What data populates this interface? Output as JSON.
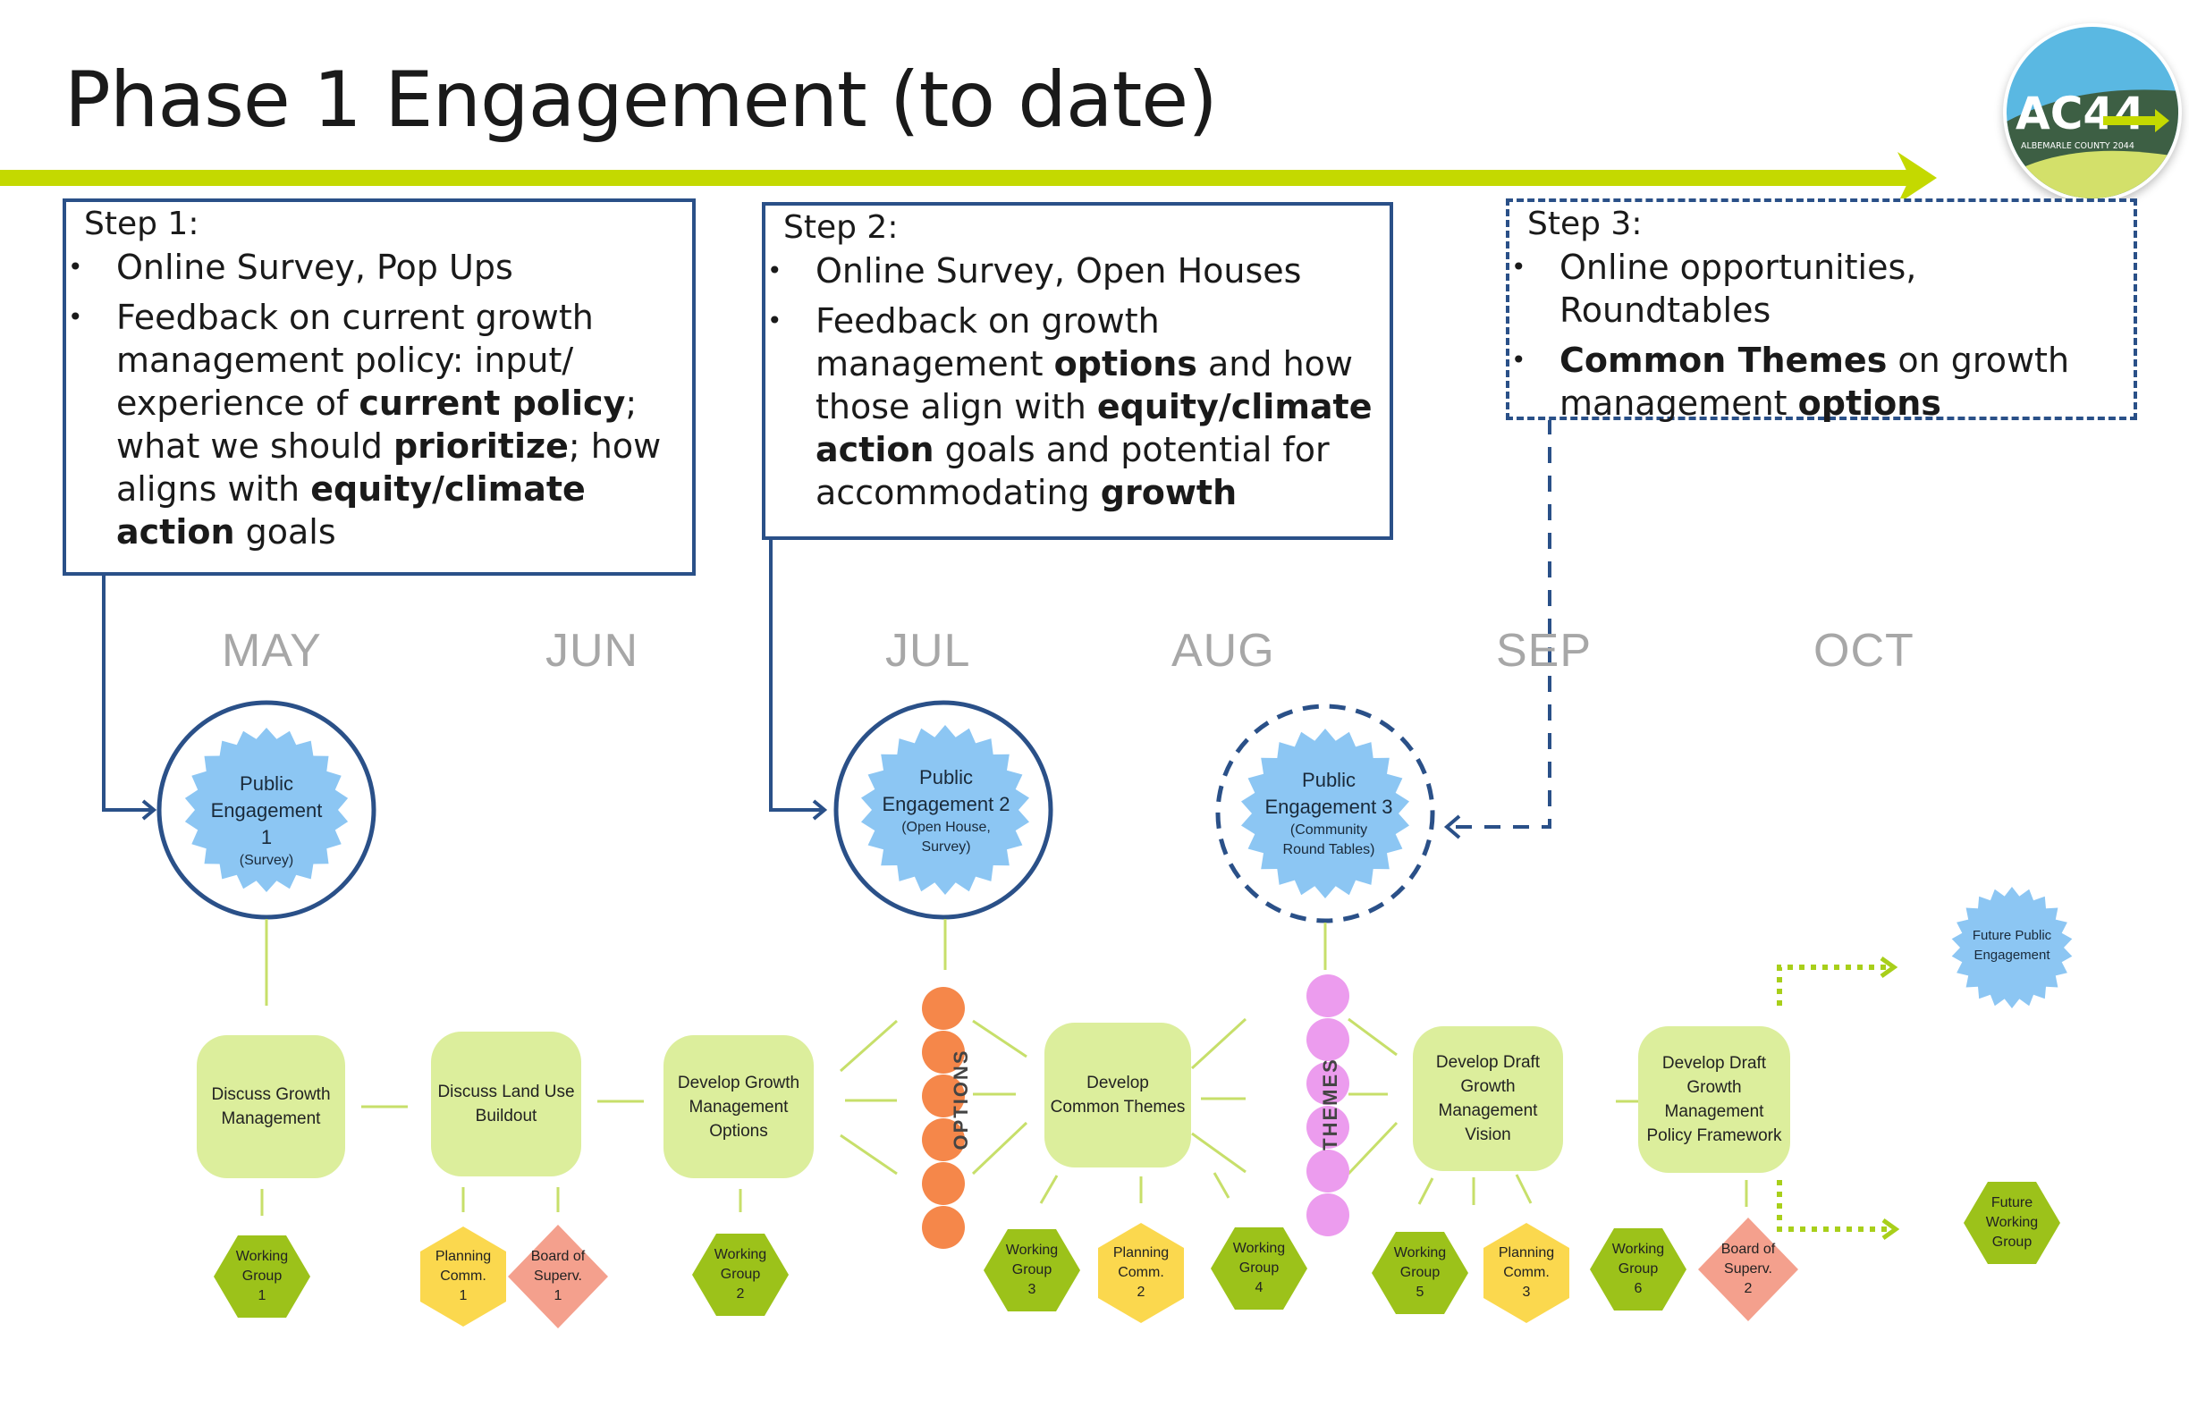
{
  "page": {
    "title": "Phase 1 Engagement (to date)"
  },
  "logo": {
    "text": "AC44",
    "subtext": "ALBEMARLE COUNTY 2044"
  },
  "colors": {
    "accent_green": "#c4d900",
    "navy": "#2a5088",
    "task_fill": "#dcee9c",
    "working_group": "#9cc21a",
    "planning_comm": "#fbd84e",
    "board_superv": "#f4a08d",
    "engagement_blue": "#8cc6f3",
    "options_orange": "#f5874a",
    "themes_pink": "#ec9cee",
    "month_gray": "#a7a7a7"
  },
  "steps": [
    {
      "title": "Step 1:",
      "style": "solid",
      "bullets": [
        [
          {
            "t": "Online Survey, Pop Ups",
            "b": false
          }
        ],
        [
          {
            "t": "Feedback on current growth management policy: input/ experience of ",
            "b": false
          },
          {
            "t": "current policy",
            "b": true
          },
          {
            "t": "; what we should ",
            "b": false
          },
          {
            "t": "prioritize",
            "b": true
          },
          {
            "t": "; how aligns with ",
            "b": false
          },
          {
            "t": "equity/climate action",
            "b": true
          },
          {
            "t": " goals",
            "b": false
          }
        ]
      ]
    },
    {
      "title": "Step 2:",
      "style": "solid",
      "bullets": [
        [
          {
            "t": "Online Survey, Open Houses",
            "b": false
          }
        ],
        [
          {
            "t": "Feedback on growth management ",
            "b": false
          },
          {
            "t": "options",
            "b": true
          },
          {
            "t": " and how those align with ",
            "b": false
          },
          {
            "t": "equity/climate action",
            "b": true
          },
          {
            "t": " goals and potential for accommodating ",
            "b": false
          },
          {
            "t": "growth",
            "b": true
          }
        ]
      ]
    },
    {
      "title": "Step 3:",
      "style": "dashed",
      "bullets": [
        [
          {
            "t": "Online opportunities, Roundtables",
            "b": false
          }
        ],
        [
          {
            "t": "Common Themes",
            "b": true
          },
          {
            "t": " on growth management ",
            "b": false
          },
          {
            "t": "options",
            "b": true
          }
        ]
      ]
    }
  ],
  "months": [
    "MAY",
    "JUN",
    "JUL",
    "AUG",
    "SEP",
    "OCT"
  ],
  "engagements": [
    {
      "title": "Public Engagement 1",
      "detail": "(Survey)",
      "ring": "solid"
    },
    {
      "title": "Public Engagement 2",
      "detail": "(Open House, Survey)",
      "ring": "solid"
    },
    {
      "title": "Public Engagement 3",
      "detail": "(Community Round Tables)",
      "ring": "dashed"
    },
    {
      "title": "Future Public Engagement",
      "detail": "",
      "ring": "none"
    }
  ],
  "tasks": [
    "Discuss Growth Management",
    "Discuss Land Use Buildout",
    "Develop Growth Management Options",
    "Develop Common Themes",
    "Develop Draft Growth Management Vision",
    "Develop Draft Growth Management Policy Framework"
  ],
  "clusters": [
    {
      "label": "OPTIONS",
      "count": 6
    },
    {
      "label": "THEMES",
      "count": 6
    }
  ],
  "meetings": [
    {
      "type": "working_group",
      "lines": [
        "Working",
        "Group",
        "1"
      ]
    },
    {
      "type": "planning_comm",
      "lines": [
        "Planning",
        "Comm.",
        "1"
      ]
    },
    {
      "type": "board_superv",
      "lines": [
        "Board of",
        "Superv.",
        "1"
      ]
    },
    {
      "type": "working_group",
      "lines": [
        "Working",
        "Group",
        "2"
      ]
    },
    {
      "type": "working_group",
      "lines": [
        "Working",
        "Group",
        "3"
      ]
    },
    {
      "type": "planning_comm",
      "lines": [
        "Planning",
        "Comm.",
        "2"
      ]
    },
    {
      "type": "working_group",
      "lines": [
        "Working",
        "Group",
        "4"
      ]
    },
    {
      "type": "working_group",
      "lines": [
        "Working",
        "Group",
        "5"
      ]
    },
    {
      "type": "planning_comm",
      "lines": [
        "Planning",
        "Comm.",
        "3"
      ]
    },
    {
      "type": "working_group",
      "lines": [
        "Working",
        "Group",
        "6"
      ]
    },
    {
      "type": "board_superv",
      "lines": [
        "Board of",
        "Superv.",
        "2"
      ]
    },
    {
      "type": "working_group",
      "lines": [
        "Future",
        "Working",
        "Group"
      ]
    }
  ]
}
